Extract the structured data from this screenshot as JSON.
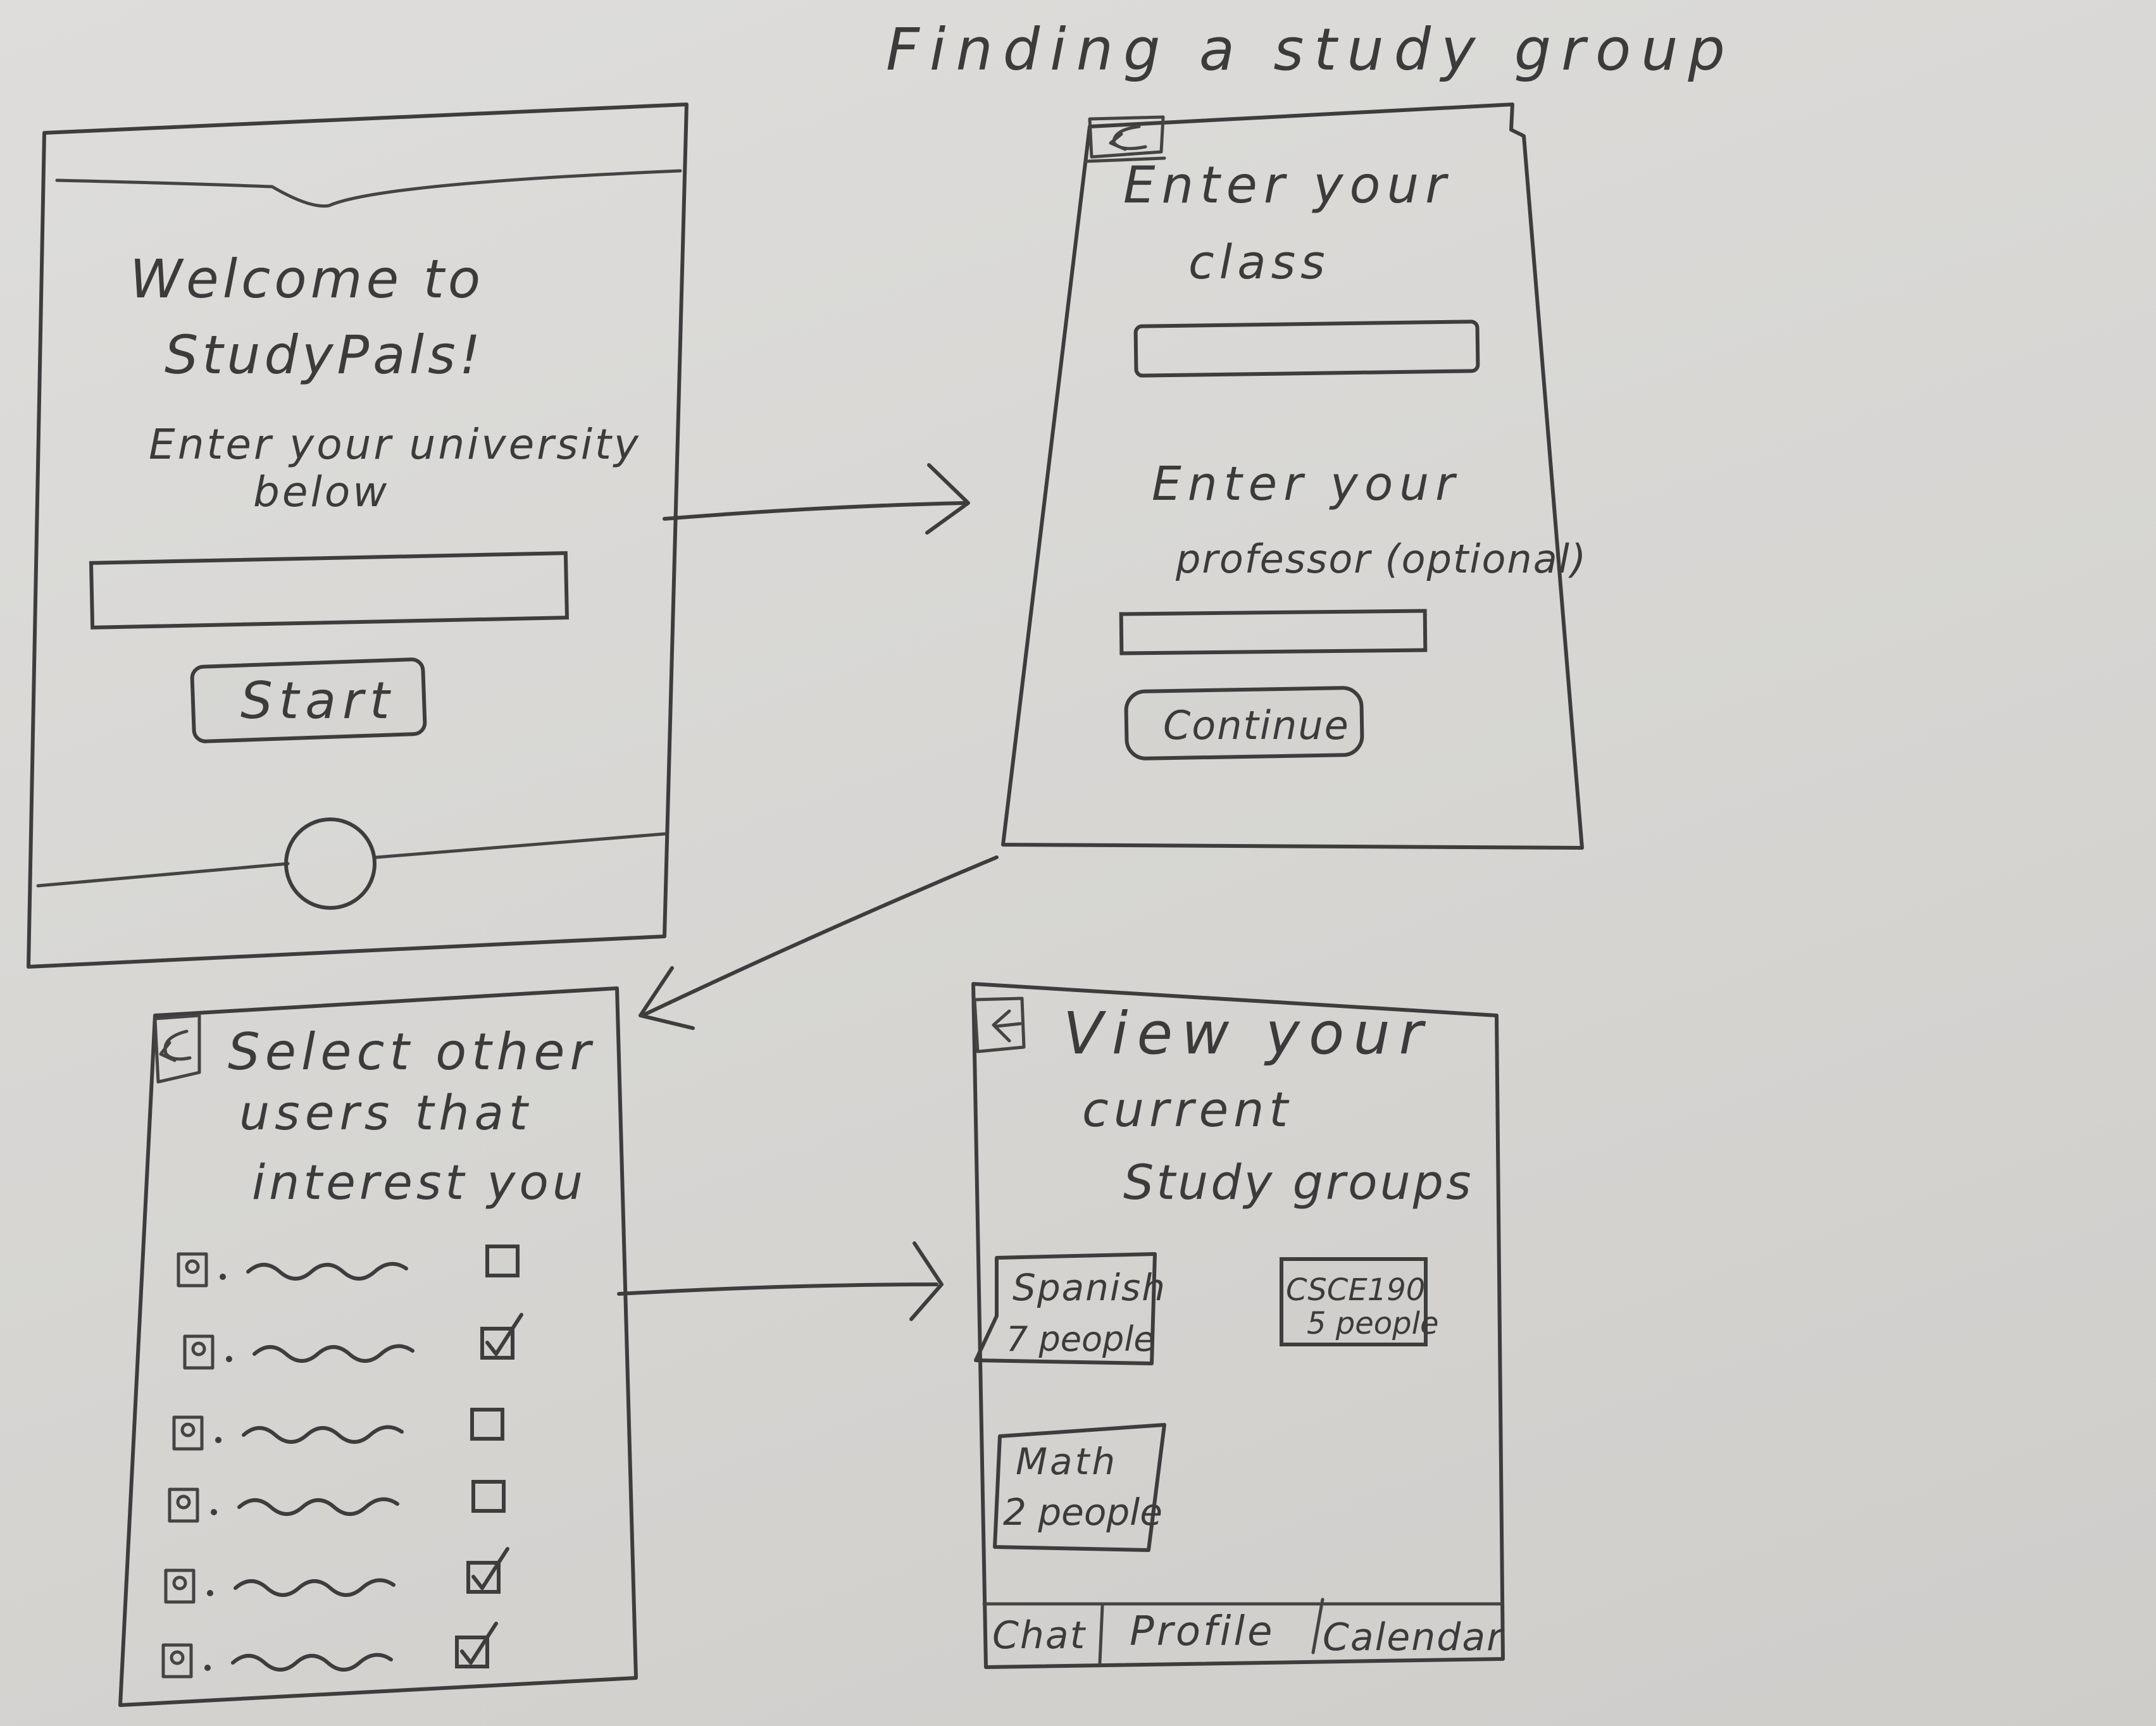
{
  "diagram_title": "Finding a study group",
  "screen1": {
    "welcome_line1": "Welcome to",
    "welcome_line2": "StudyPals!",
    "prompt_line1": "Enter your university",
    "prompt_line2": "below",
    "start_label": "Start"
  },
  "screen2": {
    "back_icon": "back-arrow-icon",
    "class_line1": "Enter your",
    "class_line2": "class",
    "professor_line1": "Enter your",
    "professor_line2": "professor (optional)",
    "continue_label": "Continue"
  },
  "screen3": {
    "back_icon": "back-arrow-icon",
    "heading_line1": "Select other",
    "heading_line2": "users that",
    "heading_line3": "interest you",
    "users": [
      {
        "checked": false
      },
      {
        "checked": true
      },
      {
        "checked": false
      },
      {
        "checked": false
      },
      {
        "checked": true
      },
      {
        "checked": true
      }
    ]
  },
  "screen4": {
    "back_icon": "back-arrow-icon",
    "heading_line1": "View your",
    "heading_line2": "current",
    "heading_line3": "Study groups",
    "groups": [
      {
        "name": "Spanish",
        "members": "7 people"
      },
      {
        "name": "CSCE190",
        "members": "5 people"
      },
      {
        "name": "Math",
        "members": "2 people"
      }
    ],
    "tabs": [
      "Chat",
      "Profile",
      "Calendar"
    ]
  }
}
